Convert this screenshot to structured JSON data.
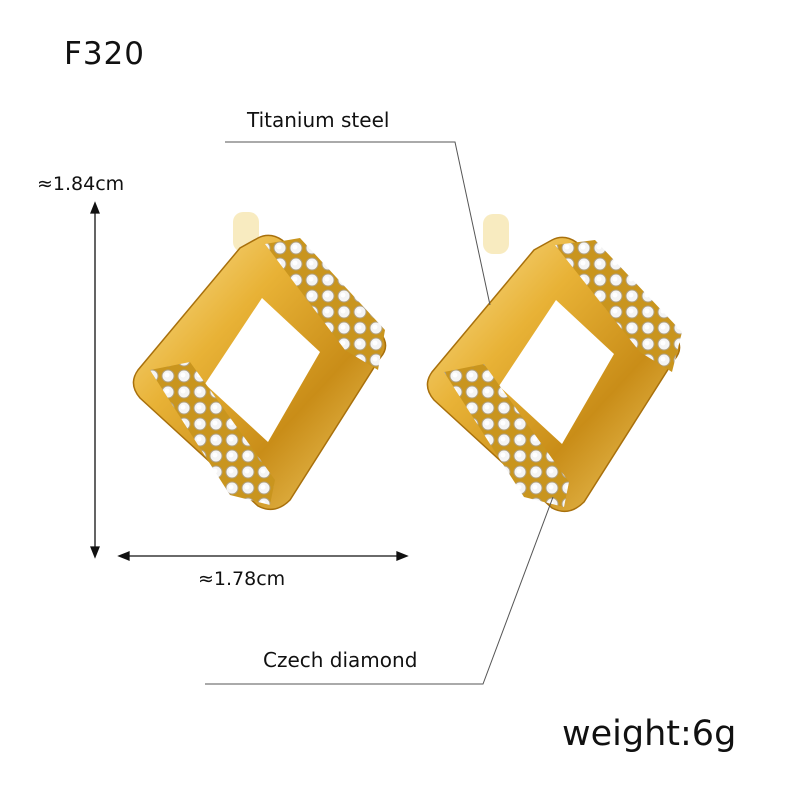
{
  "product_code": "F320",
  "material_label": "Titanium steel",
  "stone_label": "Czech diamond",
  "height_label": "≈1.84cm",
  "width_label": "≈1.78cm",
  "weight_label": "weight:6g",
  "colors": {
    "gold": "#e0a82a",
    "gold_dark": "#b07810",
    "gold_light": "#fbe39a",
    "line": "#555555"
  }
}
